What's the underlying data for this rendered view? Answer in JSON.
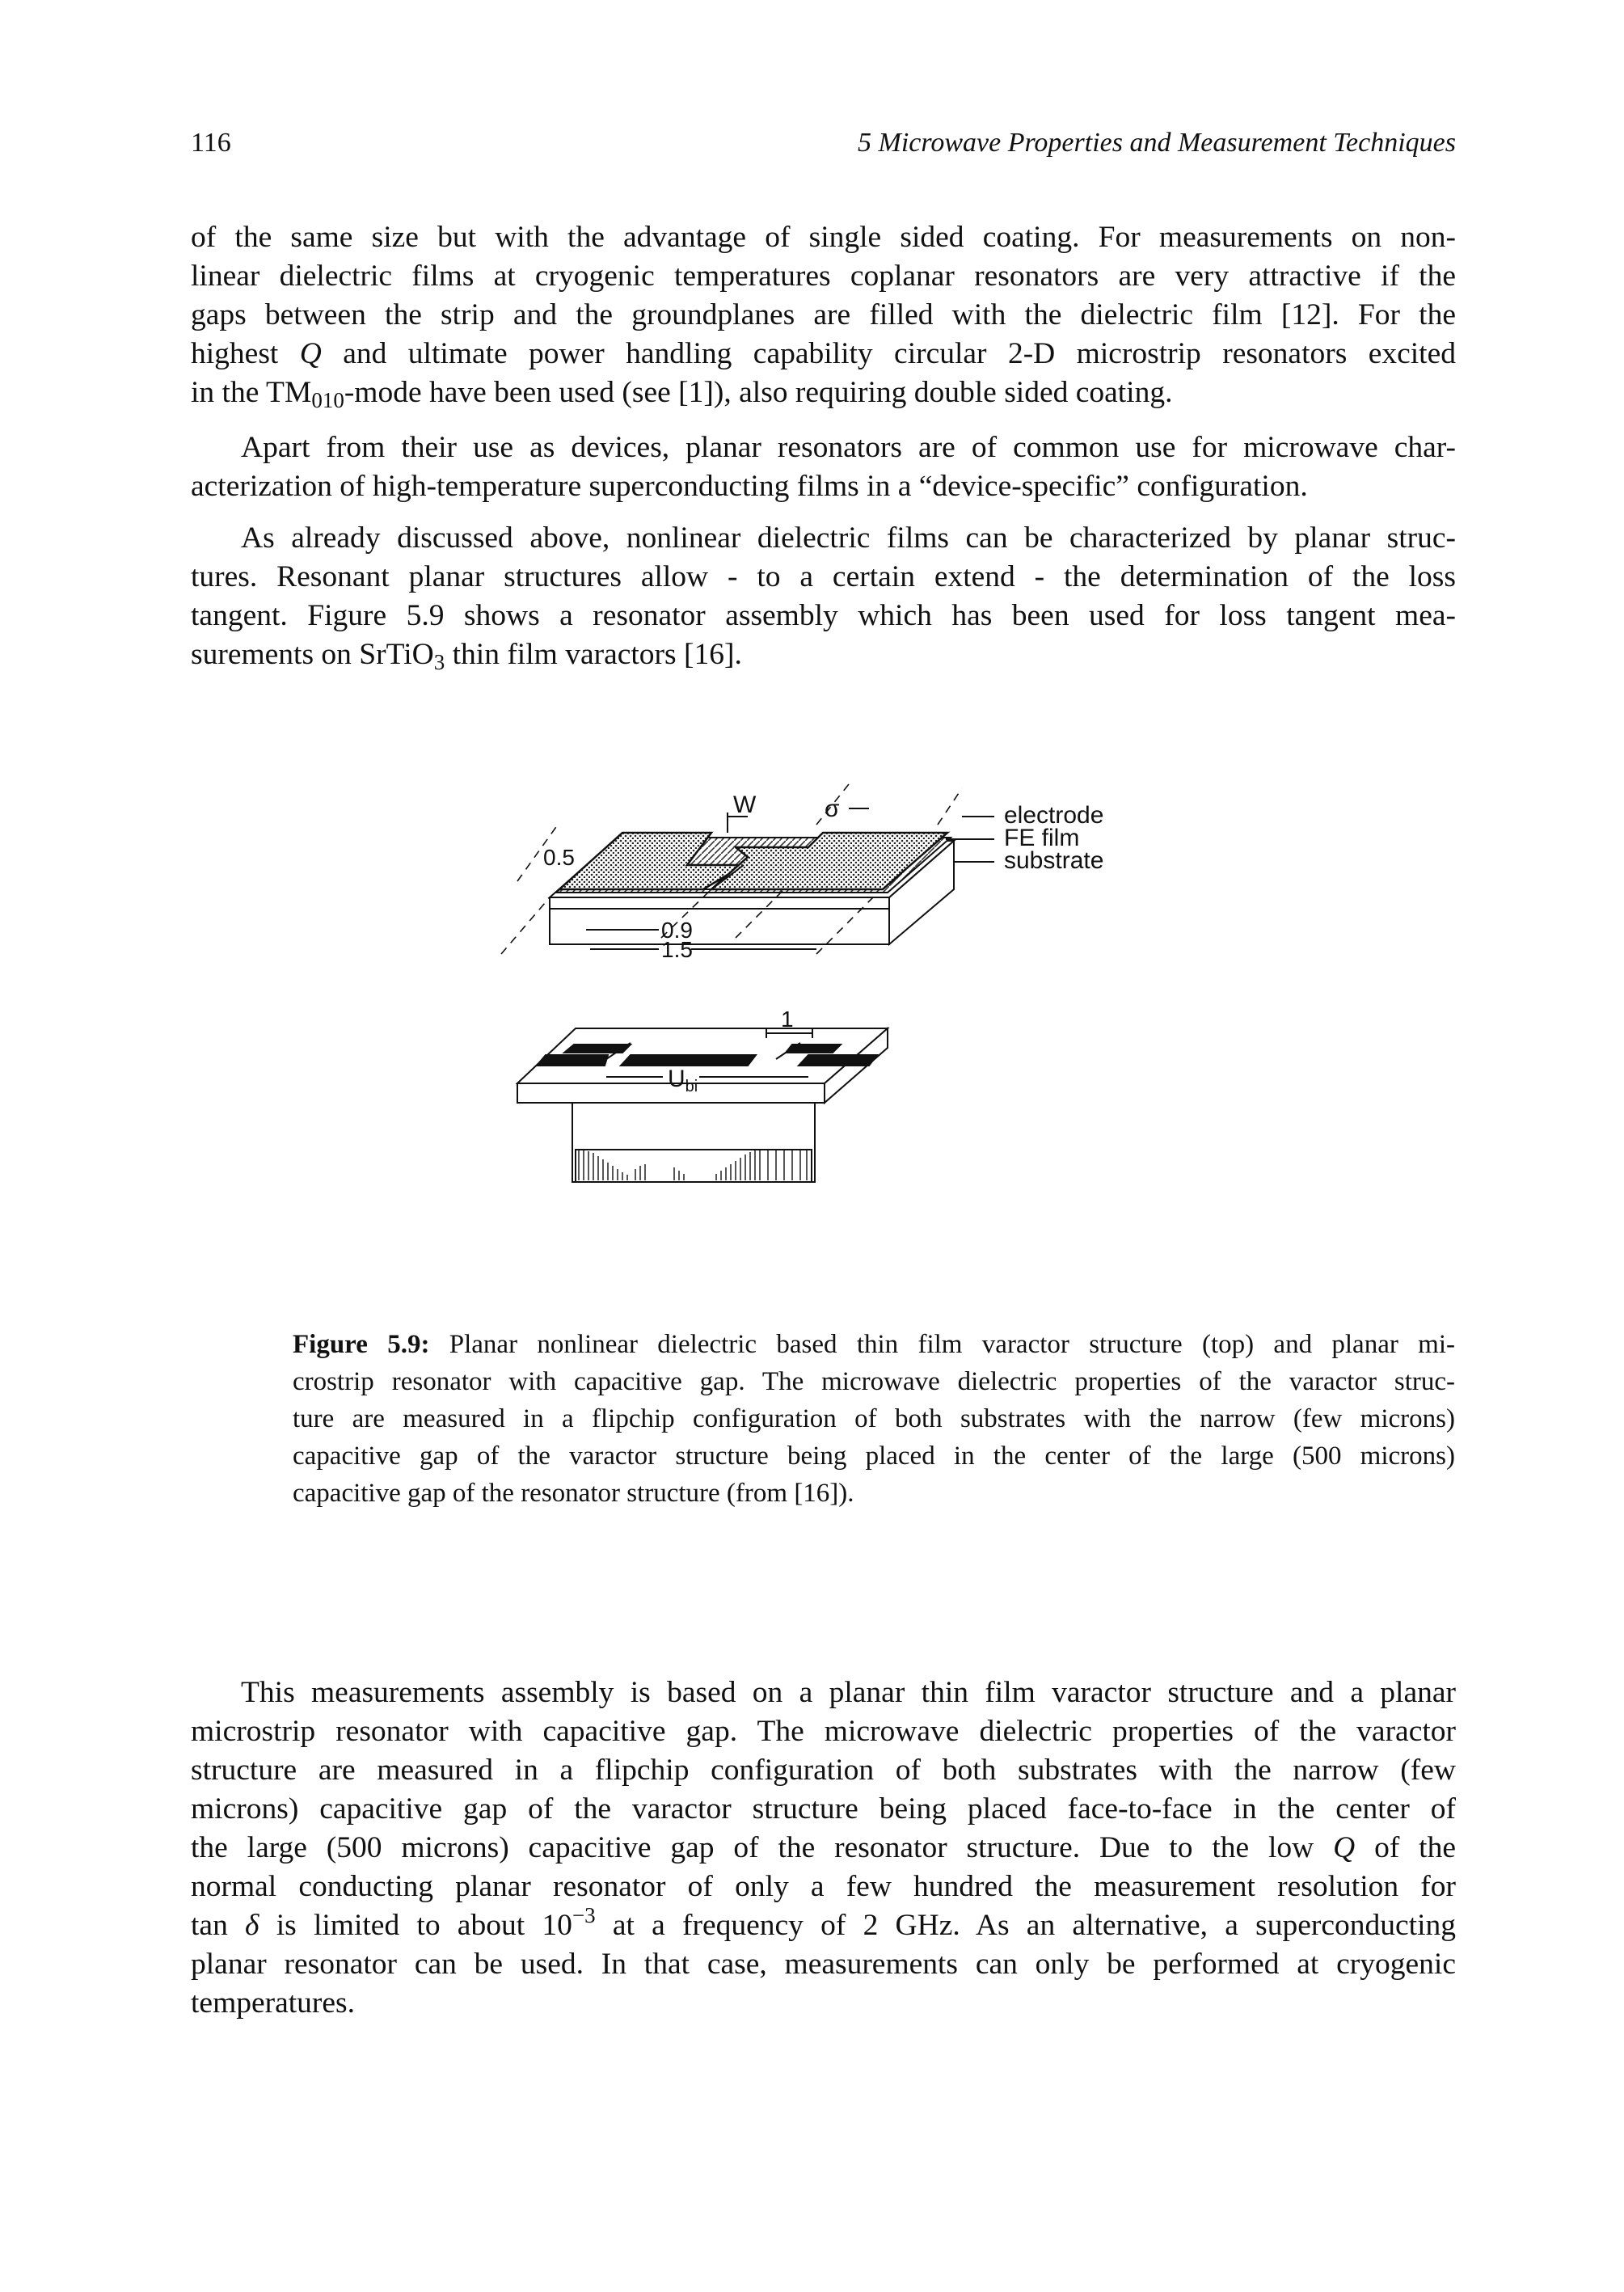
{
  "header": {
    "page_number": "116",
    "running_head": "5   Microwave Properties and Measurement Techniques"
  },
  "para1": {
    "l1": "of the same size but with the advantage of single sided coating. For measurements on non-",
    "l2": "linear dielectric films at cryogenic temperatures coplanar resonators are very attractive if the",
    "l3": "gaps between the strip and the groundplanes are filled with the dielectric film [12]. For the",
    "l4a": "highest ",
    "l4q": "Q",
    "l4b": " and ultimate power handling capability circular 2-D microstrip resonators excited",
    "l5a": "in the TM",
    "l5sub": "010",
    "l5b": "-mode have been used (see [1]), also requiring double sided coating."
  },
  "para2": {
    "l1": "Apart from their use as devices, planar resonators are of common use for microwave char-",
    "l2": "acterization of high-temperature superconducting films in a “device-specific” configuration."
  },
  "para3": {
    "l1": "As already discussed above, nonlinear dielectric films can be characterized by planar struc-",
    "l2": "tures. Resonant planar structures allow - to a certain extend - the determination of the loss",
    "l3": "tangent. Figure 5.9 shows a resonator assembly which has been used for loss tangent mea-",
    "l4a": "surements on SrTiO",
    "l4sub": "3",
    "l4b": " thin film varactors [16]."
  },
  "figure": {
    "labels": {
      "w": "W",
      "sigma": "σ",
      "dim_05": "0.5",
      "dim_09": "0.9",
      "dim_15": "1.5",
      "dim_1": "1",
      "u": "U",
      "u_sub": "bi"
    },
    "legend": [
      "electrode",
      "FE film",
      "substrate"
    ]
  },
  "caption": {
    "lead": "Figure 5.9:",
    "l1": " Planar nonlinear dielectric based thin film varactor structure (top) and planar mi-",
    "l2": "crostrip resonator with capacitive gap. The microwave dielectric properties of the varactor struc-",
    "l3": "ture are measured in a flipchip configuration of both substrates with the narrow (few microns)",
    "l4": "capacitive gap of the varactor structure being placed in the center of the large (500 microns)",
    "l5": "capacitive gap of the resonator structure (from [16])."
  },
  "para4": {
    "l1": "This measurements assembly is based on a planar thin film varactor structure and a planar",
    "l2": "microstrip resonator with capacitive gap. The microwave dielectric properties of the varactor",
    "l3": "structure are measured in a flipchip configuration of both substrates with the narrow (few",
    "l4": "microns) capacitive gap of the varactor structure being placed face-to-face in the center of",
    "l5a": "the large (500 microns) capacitive gap of the resonator structure. Due to the low ",
    "l5q": "Q",
    "l5b": " of the",
    "l6": "normal conducting planar resonator of only a few hundred the measurement resolution for",
    "l7a": "tan ",
    "l7delta": "δ",
    "l7b": " is limited to about 10",
    "l7sup": "−3",
    "l7c": " at a frequency of 2 GHz. As an alternative, a superconducting",
    "l8": "planar resonator can be used. In that case, measurements can only be performed at cryogenic",
    "l9": "temperatures."
  }
}
